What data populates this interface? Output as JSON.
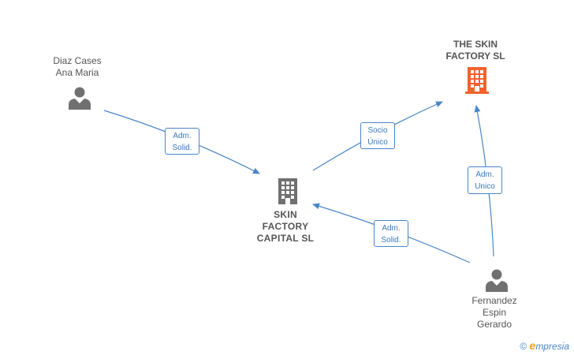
{
  "nodes": {
    "diaz": {
      "line1": "Diaz Cases",
      "line2": "Ana Maria"
    },
    "skin_capital": {
      "line1": "SKIN",
      "line2": "FACTORY",
      "line3": "CAPITAL  SL"
    },
    "the_skin": {
      "line1": "THE SKIN",
      "line2": "FACTORY  SL"
    },
    "fernandez": {
      "line1": "Fernandez",
      "line2": "Espin",
      "line3": "Gerardo"
    }
  },
  "edges": {
    "diaz_to_capital": {
      "line1": "Adm.",
      "line2": "Solid."
    },
    "capital_to_skin": {
      "line1": "Socio",
      "line2": "Único"
    },
    "fernandez_to_skin": {
      "line1": "Adm.",
      "line2": "Unico"
    },
    "fernandez_to_capital": {
      "line1": "Adm.",
      "line2": "Solid."
    }
  },
  "colors": {
    "edge": "#4a86c8",
    "person_icon": "#707070",
    "building_icon": "#707070",
    "target_building_icon": "#f2622e"
  },
  "icons": {
    "person": "person-icon",
    "building": "building-icon"
  },
  "footer": {
    "copyright_symbol": "©",
    "brand_first": "e",
    "brand_rest": "mpresia"
  }
}
